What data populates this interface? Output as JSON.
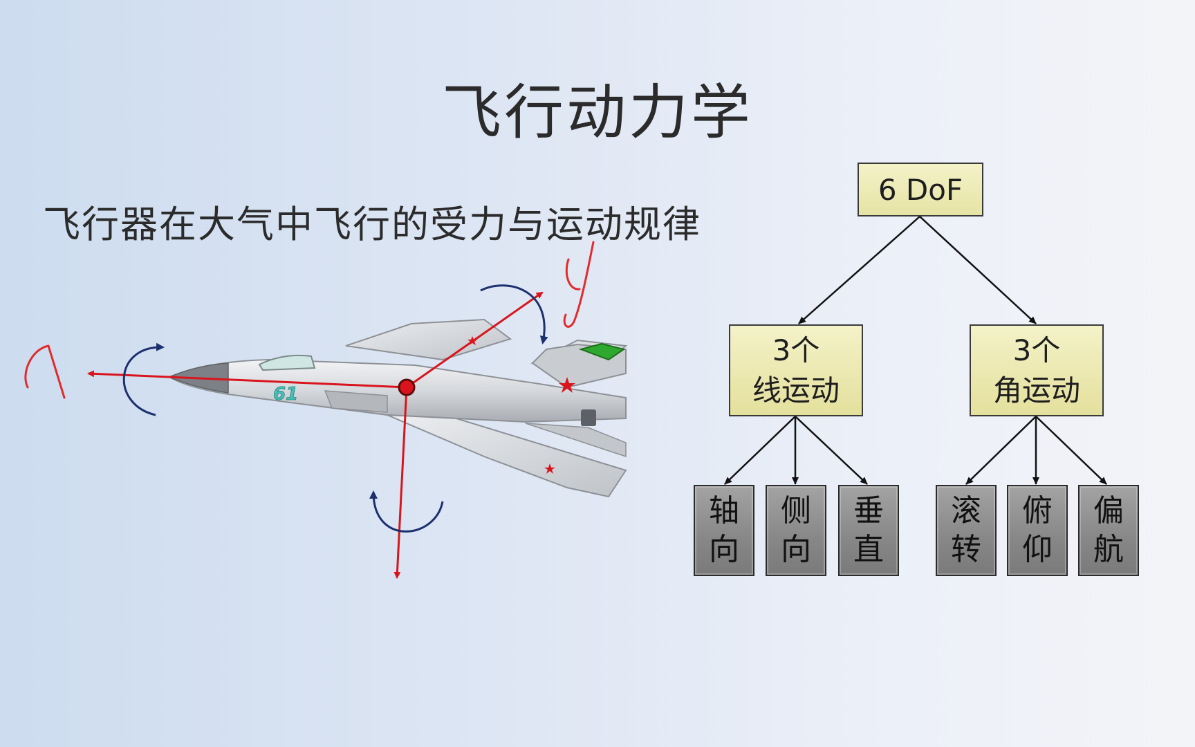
{
  "title": "飞行动力学",
  "subtitle": "飞行器在大气中飞行的受力与运动规律",
  "airplane": {
    "tail_number": "61",
    "axis_labels": {
      "x": "x",
      "y": "y"
    }
  },
  "tree": {
    "root": "6 DoF",
    "branches": [
      {
        "line1": "3个",
        "line2": "线运动",
        "leaves": [
          {
            "c1": "轴",
            "c2": "向"
          },
          {
            "c1": "侧",
            "c2": "向"
          },
          {
            "c1": "垂",
            "c2": "直"
          }
        ]
      },
      {
        "line1": "3个",
        "line2": "角运动",
        "leaves": [
          {
            "c1": "滚",
            "c2": "转"
          },
          {
            "c1": "俯",
            "c2": "仰"
          },
          {
            "c1": "偏",
            "c2": "航"
          }
        ]
      }
    ]
  },
  "colors": {
    "axis_red": "#d9141c",
    "rotation_arrow": "#1c2f6e",
    "box_yellow": "#ebe8b0",
    "box_gray": "#8c8c8c"
  }
}
